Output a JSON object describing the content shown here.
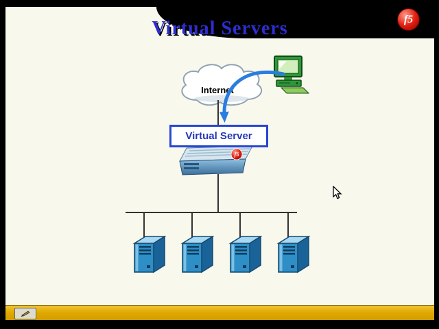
{
  "slide": {
    "title": "Virtual Servers"
  },
  "branding": {
    "logo_text": "f5"
  },
  "diagram": {
    "internet_label": "Internet",
    "virtual_server_label": "Virtual Server",
    "appliance_logo_text": "f5",
    "server_count": 4
  },
  "colors": {
    "title": "#2d2dd0",
    "virtual_server_border": "#2746d4",
    "arrow": "#2a7de0",
    "server_front": "#2e8ec6",
    "footer_bar": "#e0a900",
    "logo_red": "#e32010",
    "slide_background": "#f9f8ec"
  },
  "toolbar": {
    "pen_tool": "pen-icon"
  }
}
